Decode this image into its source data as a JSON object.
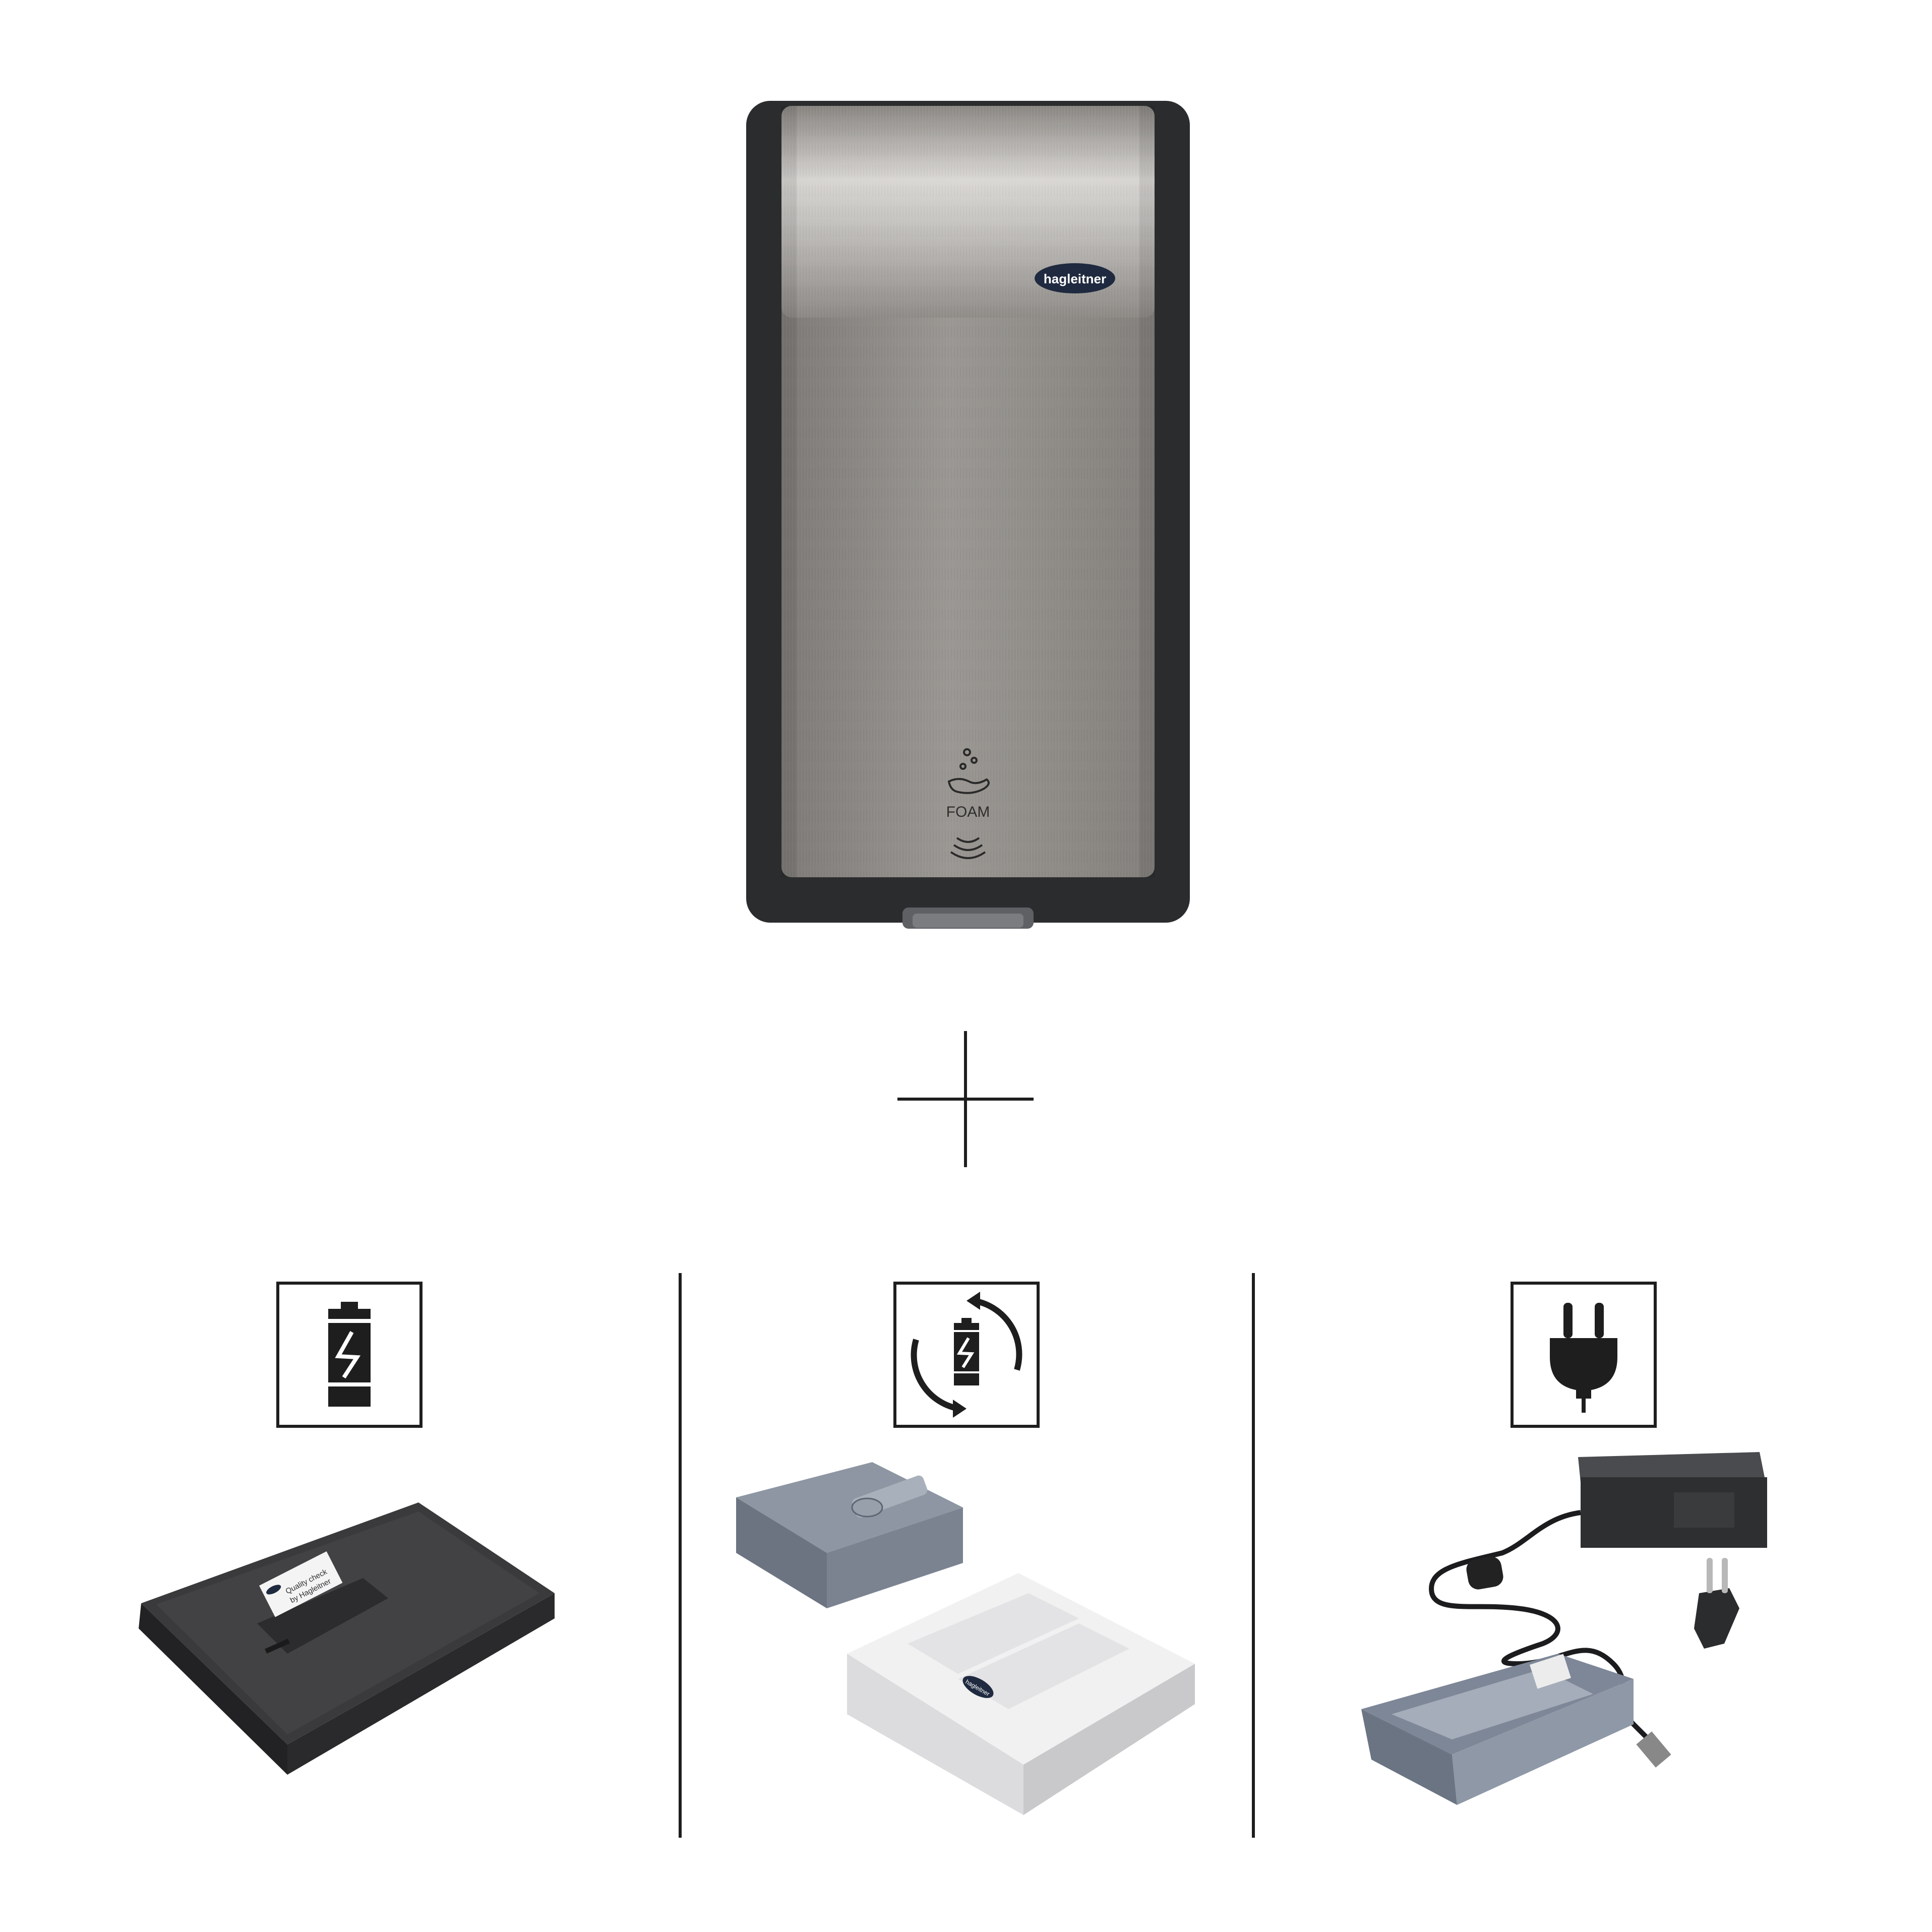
{
  "product": {
    "brand_logo_text": "hagleitner",
    "foam_label": "FOAM"
  },
  "options": [
    {
      "id": "battery",
      "icon": "battery-icon"
    },
    {
      "id": "rechargeable",
      "icon": "rechargeable-battery-icon"
    },
    {
      "id": "mains",
      "icon": "power-plug-icon"
    }
  ],
  "accessories": {
    "battery_label_line1": "Quality check",
    "battery_label_line2": "by Hagleitner",
    "charger_logo_text": "hagleitner"
  },
  "colors": {
    "frame": "#2b2c2e",
    "steel": "#8e8b87",
    "line": "#1e1e1e",
    "charger_white": "#eeeeef",
    "battery_grey": "#7d8594"
  }
}
